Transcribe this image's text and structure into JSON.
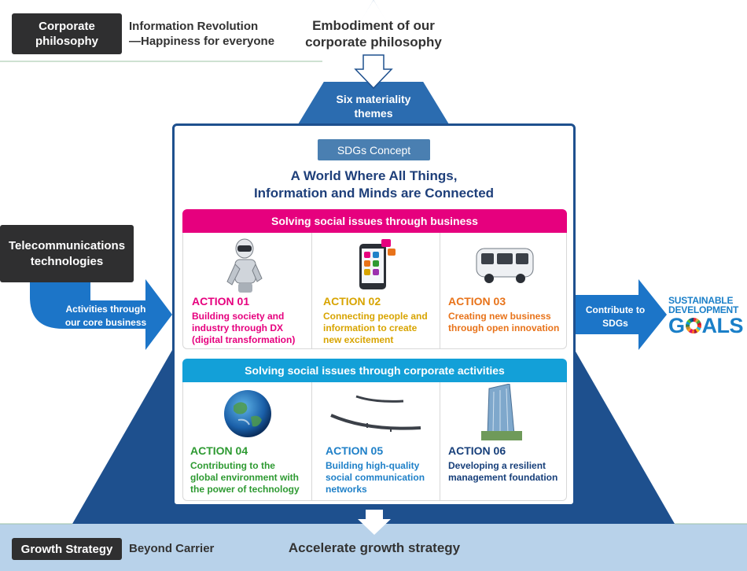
{
  "top": {
    "philosophy_label": "Corporate\nphilosophy",
    "philosophy_text": "Information Revolution\n—Happiness for everyone",
    "embodiment": "Embodiment of our\ncorporate philosophy",
    "materiality": "Six materiality\nthemes"
  },
  "left": {
    "tech_label": "Telecommunications\ntechnologies",
    "arrow_text": "Activities through\nour core business"
  },
  "right": {
    "arrow_text": "Contribute to\nSDGs",
    "sdg_line1": "SUSTAINABLE",
    "sdg_line2": "DEVELOPMENT",
    "sdg_line3_pre": "G",
    "sdg_line3_post": "ALS"
  },
  "center": {
    "concept_badge": "SDGs Concept",
    "headline": "A World Where All Things,\nInformation and Minds are Connected",
    "business_band": "Solving social issues through business",
    "corporate_band": "Solving social issues through corporate activities",
    "actions": [
      {
        "title": "ACTION 01",
        "desc": "Building society and\nindustry through DX\n(digital transformation)",
        "color": "#e6007e",
        "image": "robot-image"
      },
      {
        "title": "ACTION 02",
        "desc": "Connecting people and\ninformation to create\nnew excitement",
        "color": "#d8a400",
        "image": "smartphone-image"
      },
      {
        "title": "ACTION 03",
        "desc": "Creating new business\nthrough open innovation",
        "color": "#e8731a",
        "image": "autonomous-bus-image"
      },
      {
        "title": "ACTION 04",
        "desc": "Contributing to the\nglobal environment with\nthe power of technology",
        "color": "#2e9a32",
        "image": "earth-image"
      },
      {
        "title": "ACTION 05",
        "desc": "Building high-quality\nsocial communication\nnetworks",
        "color": "#1f80c8",
        "image": "stratospheric-aircraft-image"
      },
      {
        "title": "ACTION 06",
        "desc": "Developing a resilient\nmanagement foundation",
        "color": "#173f7a",
        "image": "office-building-image"
      }
    ]
  },
  "bottom": {
    "growth_label": "Growth Strategy",
    "growth_text": "Beyond Carrier",
    "accelerate": "Accelerate growth strategy"
  },
  "colors": {
    "pyramid_top": "#2b6cb0",
    "pyramid_mid": "#1e508e",
    "base": "#b8d2ea",
    "magenta": "#e6007e",
    "cyan": "#13a0d8",
    "arrow_blue": "#1c75c8"
  }
}
